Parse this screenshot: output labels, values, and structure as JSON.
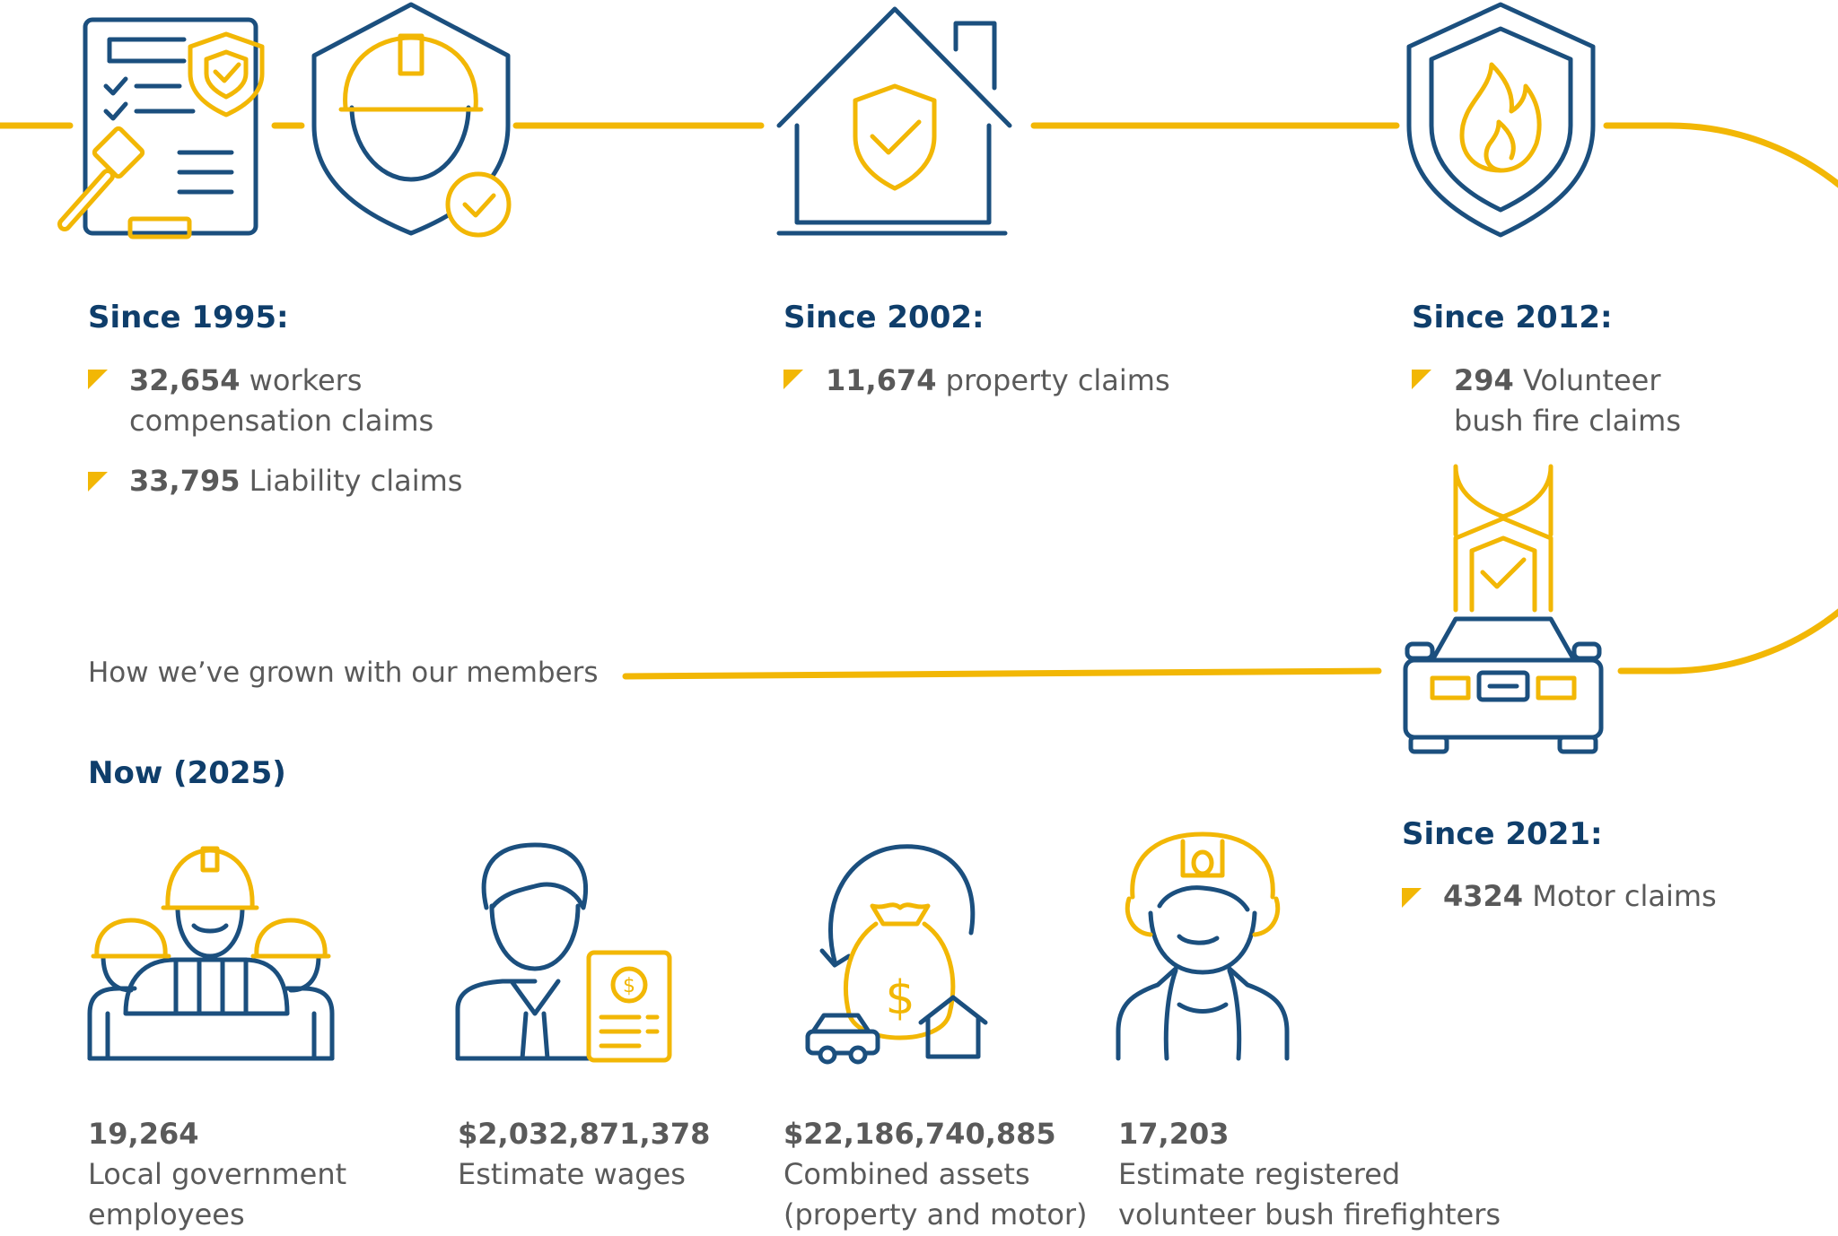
{
  "colors": {
    "navy": "#1b4f7e",
    "heading": "#0f3e6b",
    "gold": "#f2b705",
    "text": "#5a5a5a"
  },
  "icons": [
    "contract-gavel-icon",
    "worker-shield-icon",
    "house-shield-icon",
    "fire-shield-icon",
    "car-shield-icon",
    "workers-group-icon",
    "businessman-wages-icon",
    "assets-moneybag-icon",
    "firefighter-icon"
  ],
  "timeline": {
    "tagline": "How we’ve grown with our members",
    "milestones": [
      {
        "heading": "Since 1995:",
        "items": [
          {
            "value": "32,654",
            "label": " workers compensation claims"
          },
          {
            "value": "33,795",
            "label": " Liability claims"
          }
        ]
      },
      {
        "heading": "Since 2002:",
        "items": [
          {
            "value": "11,674",
            "label": " property claims"
          }
        ]
      },
      {
        "heading": "Since 2012:",
        "items": [
          {
            "value": "294",
            "label": " Volunteer bush fire claims"
          }
        ]
      },
      {
        "heading": "Since 2021:",
        "items": [
          {
            "value": "4324",
            "label": " Motor claims"
          }
        ]
      }
    ]
  },
  "now": {
    "heading": "Now (2025)",
    "stats": [
      {
        "value": "19,264",
        "label": "Local government employees"
      },
      {
        "value": "$2,032,871,378",
        "label": "Estimate wages"
      },
      {
        "value": "$22,186,740,885",
        "label": "Combined assets (property and motor)"
      },
      {
        "value": "17,203",
        "label": "Estimate registered volunteer bush firefighters"
      }
    ]
  }
}
